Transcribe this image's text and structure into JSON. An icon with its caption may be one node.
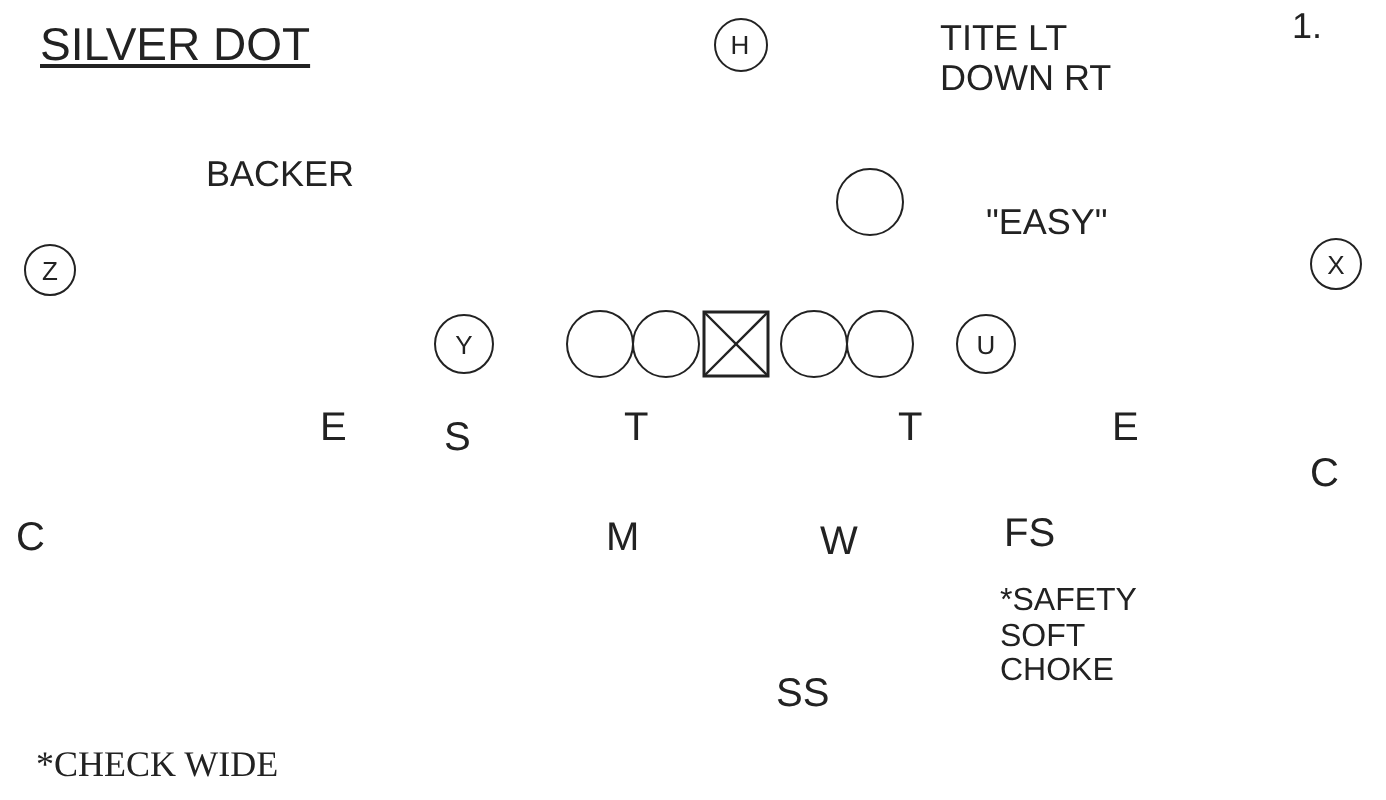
{
  "diagram": {
    "title": "SILVER DOT",
    "nodes": [
      {
        "text": [
          "H"
        ]
      },
      {
        "text": [
          "Z"
        ]
      },
      {
        "text": [],
        "shape": "circle"
      },
      {
        "text": [
          "X"
        ]
      },
      {
        "text": [
          "Y"
        ]
      },
      {
        "text": [],
        "shape": "circle"
      },
      {
        "text": [],
        "shape": "circle"
      },
      {
        "text": [],
        "shape": "box"
      },
      {
        "text": [],
        "shape": "circle"
      },
      {
        "text": [],
        "shape": "circle"
      },
      {
        "text": [
          "U"
        ]
      }
    ],
    "edges": [],
    "labels": [
      "1.",
      "TITE LT DOWN RT",
      "BACKER",
      "\"EASY\"",
      "E",
      "S",
      "T",
      "T",
      "E",
      "C",
      "C",
      "M",
      "W",
      "FS",
      "*SAFETY SOFT CHOKE",
      "SS",
      "*CHECK WIDE"
    ]
  }
}
